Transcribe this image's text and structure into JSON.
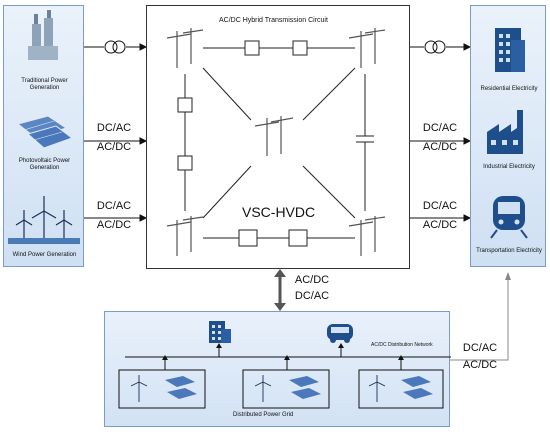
{
  "center": {
    "title": "AC/DC Hybrid Transmission Circuit",
    "label": "VSC-HVDC"
  },
  "sources": [
    {
      "label": "Traditional Power Generation",
      "icon": "power-plant-icon"
    },
    {
      "label": "Photovoltaic Power Generation",
      "icon": "solar-panel-icon"
    },
    {
      "label": "Wind Power Generation",
      "icon": "wind-turbine-icon"
    }
  ],
  "loads": [
    {
      "label": "Residential Electricity",
      "icon": "building-icon"
    },
    {
      "label": "Industrial Electricity",
      "icon": "factory-icon"
    },
    {
      "label": "Transportation Electricity",
      "icon": "train-icon"
    }
  ],
  "converters": {
    "left_pv": [
      "DC/AC",
      "AC/DC"
    ],
    "left_wind": [
      "DC/AC",
      "AC/DC"
    ],
    "right_industrial": [
      "DC/AC",
      "AC/DC"
    ],
    "right_transport": [
      "DC/AC",
      "AC/DC"
    ],
    "bottom_link": [
      "AC/DC",
      "DC/AC"
    ],
    "distribution_link": [
      "DC/AC",
      "AC/DC"
    ]
  },
  "bottom": {
    "network_label": "AC/DC Distribution Network",
    "grid_label": "Distributed Power Grid"
  },
  "colors": {
    "panel_blue": "#cfe0f3",
    "icon_blue": "#1f4e8c",
    "line": "#333333"
  }
}
